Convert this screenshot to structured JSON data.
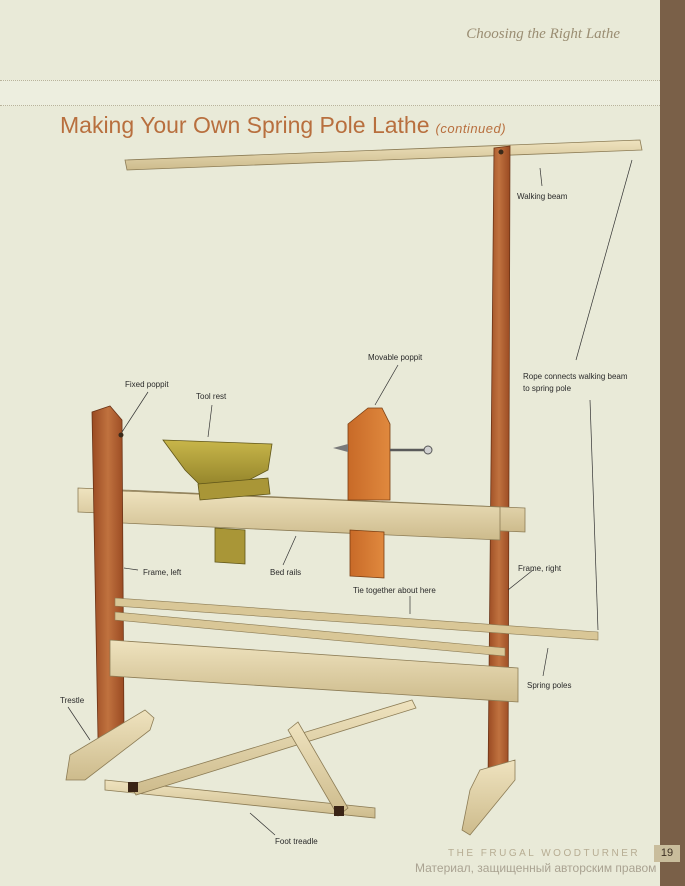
{
  "header": {
    "running_head": "Choosing the Right Lathe"
  },
  "section": {
    "title": "Making Your Own Spring Pole Lathe",
    "continued": "(continued)"
  },
  "labels": {
    "walking_beam": "Walking beam",
    "movable_poppit": "Movable poppit",
    "fixed_poppit": "Fixed poppit",
    "tool_rest": "Tool rest",
    "rope_line1": "Rope connects walking beam",
    "rope_line2": "to spring pole",
    "frame_left": "Frame, left",
    "bed_rails": "Bed rails",
    "frame_right": "Frame, right",
    "tie_together": "Tie together about here",
    "spring_poles": "Spring poles",
    "trestle": "Trestle",
    "foot_treadle": "Foot treadle"
  },
  "footer": {
    "book_title": "THE FRUGAL WOODTURNER",
    "page_number": "19"
  },
  "watermark": "Материал, защищенный авторским правом",
  "colors": {
    "accent": "#b86f3e",
    "page": "#e9ead8",
    "spine": "#7a6048"
  }
}
